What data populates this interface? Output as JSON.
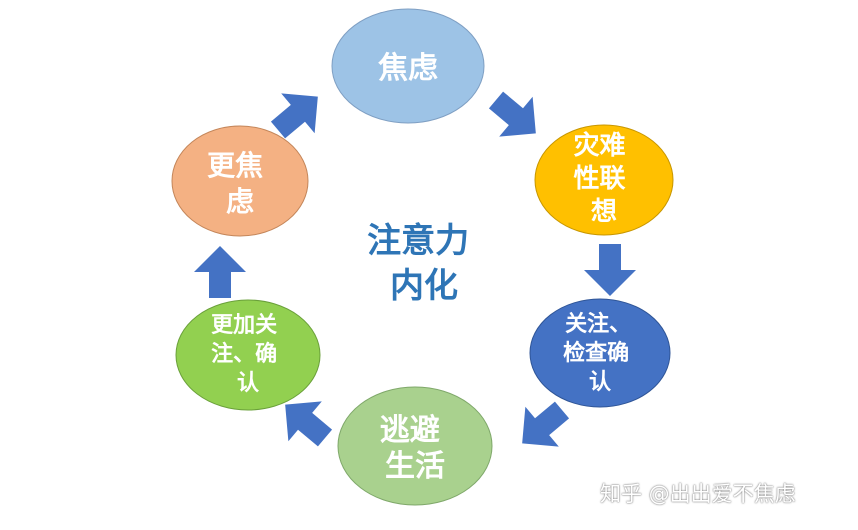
{
  "diagram": {
    "center": {
      "line1": "注意力",
      "line2": "内化"
    },
    "nodes": [
      {
        "id": "anxiety",
        "lines": [
          "焦虑"
        ],
        "color": "#9dc3e6"
      },
      {
        "id": "catastrophe",
        "lines": [
          "灾难",
          "性联",
          "想"
        ],
        "color": "#ffc000"
      },
      {
        "id": "check",
        "lines": [
          "关注、",
          "检查确",
          "认"
        ],
        "color": "#4472c4"
      },
      {
        "id": "avoid",
        "lines": [
          "逃避",
          "生活"
        ],
        "color": "#a9d18e"
      },
      {
        "id": "more-attention",
        "lines": [
          "更加关",
          "注、确",
          "认"
        ],
        "color": "#92d050"
      },
      {
        "id": "more-anxiety",
        "lines": [
          "更焦",
          "虑"
        ],
        "color": "#f4b183"
      }
    ],
    "arrow_color": "#4472c4"
  },
  "watermark": "知乎 @出出爱不焦虑"
}
